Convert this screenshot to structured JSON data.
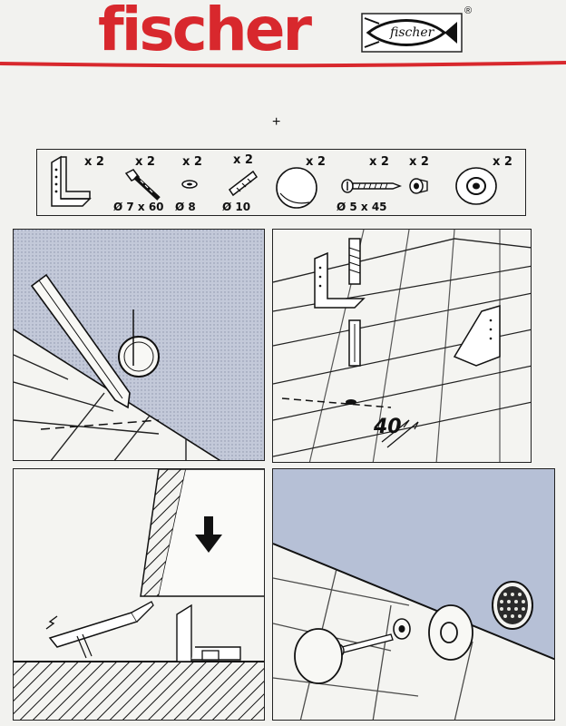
{
  "header": {
    "brand": "fischer",
    "logo_text": "fischer",
    "registered": "®"
  },
  "separator": "+",
  "parts": [
    {
      "qty": "x 2",
      "spec": "",
      "icon": "angle-bracket-icon"
    },
    {
      "qty": "x 2",
      "spec": "Ø 7 x 60",
      "icon": "hex-screw-icon"
    },
    {
      "qty": "x 2",
      "spec": "Ø 8",
      "icon": "washer-icon"
    },
    {
      "qty": "x 2",
      "spec": "Ø 10",
      "icon": "wall-plug-icon"
    },
    {
      "qty": "x 2",
      "spec": "",
      "icon": "cover-cap-icon"
    },
    {
      "qty": "x 2",
      "spec": "Ø 5 x 45",
      "icon": "screw-icon"
    },
    {
      "qty": "x 2",
      "spec": "",
      "icon": "sleeve-icon"
    },
    {
      "qty": "x 2",
      "spec": "",
      "icon": "rosette-icon"
    }
  ],
  "steps": {
    "step2_dimension": "40"
  },
  "colors": {
    "brand_red": "#d8282d",
    "wall_blue": "#b9c3d8"
  }
}
